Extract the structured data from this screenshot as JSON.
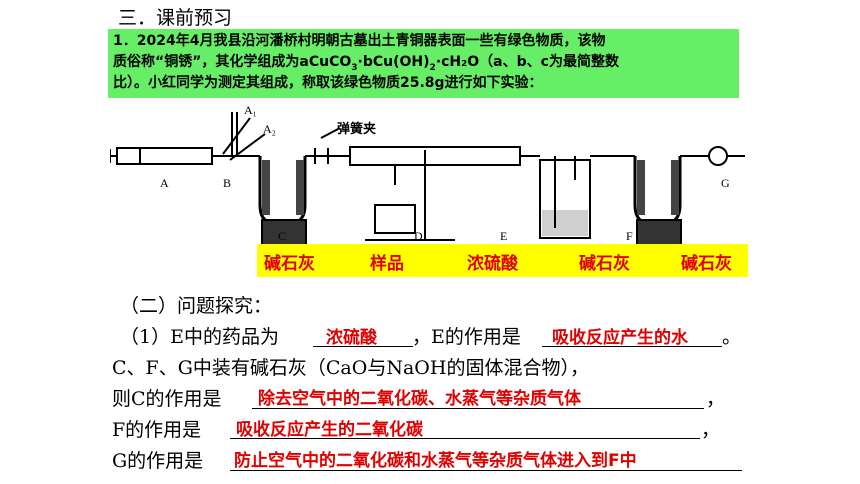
{
  "heading": "三．课前预习",
  "problem": {
    "line1": "1．2024年4月我县沿河潘桥村明朝古墓出土青铜器表面一些有绿色物质，该物",
    "line2_pre": "质俗称“铜锈”，其化学组成为aCuCO",
    "sub3": "3",
    "line2_mid": "·bCu(OH)",
    "sub2": "2",
    "line2_post": "·cH₂O（a、b、c为最简整数",
    "line3": "比）。小红同学为测定其组成，称取该绿色物质25.8g进行如下实验："
  },
  "apparatus_labels": {
    "A": "A",
    "B": "B",
    "C": "C",
    "D": "D",
    "E": "E",
    "F": "F",
    "G": "G",
    "A1": "A₁",
    "A2": "A₂",
    "clamp": "弹簧夹"
  },
  "reagents": [
    "碱石灰",
    "样品",
    "浓硫酸",
    "碱石灰",
    "碱石灰"
  ],
  "questions": {
    "section": "（二）问题探究：",
    "q1_a": "（1）E中的药品为",
    "q1_ans1": "浓硫酸",
    "q1_b": "，E的作用是",
    "q1_ans2": "吸收反应产生的水",
    "q1_c": "。",
    "line2": "C、F、G中装有碱石灰（CaO与NaOH的固体混合物），",
    "q_c": "则C的作用是",
    "ans_c": "除去空气中的二氧化碳、水蒸气等杂质气体",
    "comma_c": "，",
    "q_f": "F的作用是",
    "ans_f": "吸收反应产生的二氧化碳",
    "comma_f": "，",
    "q_g": "G的作用是",
    "ans_g": "防止空气中的二氧化碳和水蒸气等杂质气体进入到F中"
  }
}
